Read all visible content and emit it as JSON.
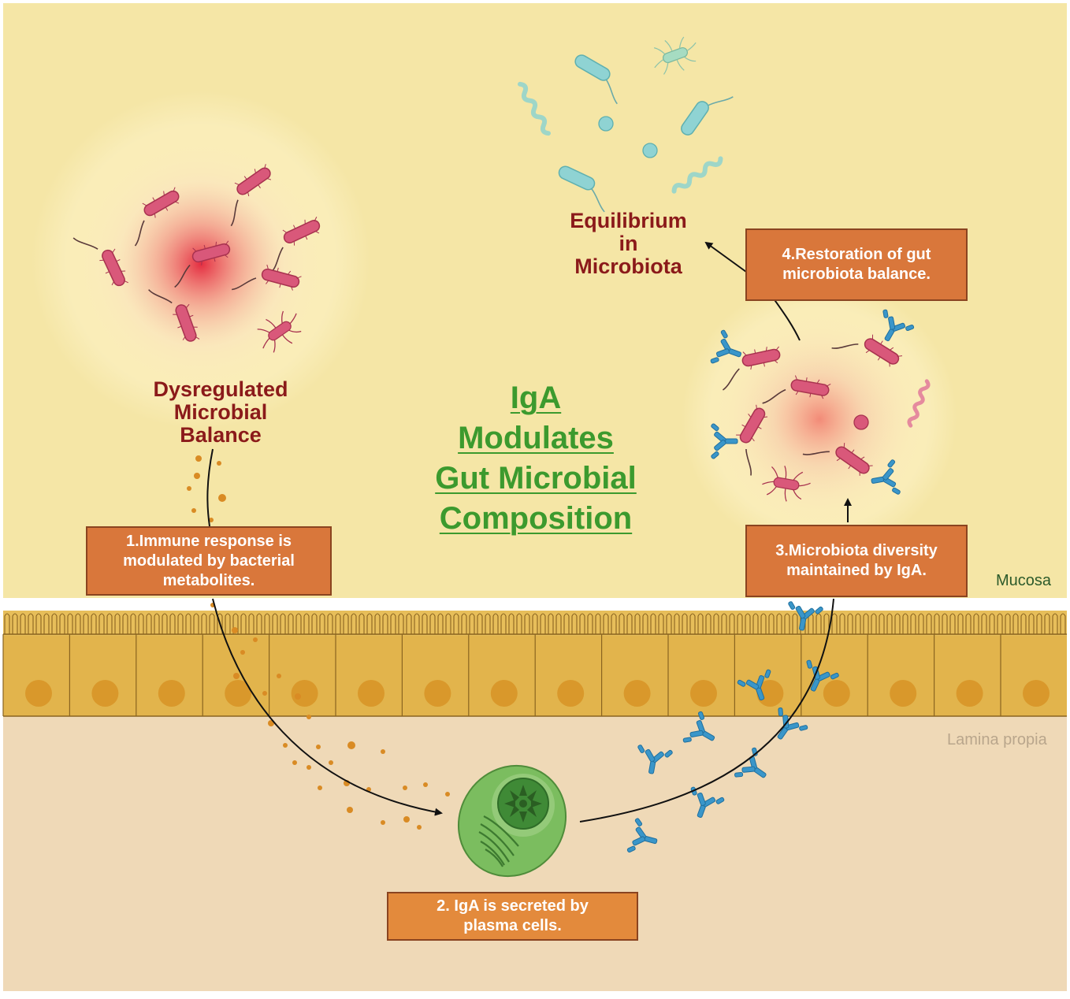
{
  "labels": {
    "dysregulated": [
      "Dysregulated",
      "Microbial",
      "Balance"
    ],
    "equilibrium": [
      "Equilibrium",
      "in",
      "Microbiota"
    ],
    "main_title": [
      "IgA",
      "Modulates",
      "Gut Microbial",
      "Composition"
    ],
    "mucosa": "Mucosa",
    "lamina": "Lamina propia"
  },
  "steps": {
    "step1": [
      "1.Immune response is",
      "modulated by bacterial",
      "metabolites."
    ],
    "step2": [
      "2. IgA is secreted by",
      "plasma cells."
    ],
    "step3": [
      "3.Microbiota diversity",
      "maintained by IgA."
    ],
    "step4": [
      "4.Restoration of gut",
      "microbiota balance."
    ]
  },
  "colors": {
    "mucosa_bg": "#f5e6a6",
    "lamina_bg": "#efd9b7",
    "epithelium": "#e2b44c",
    "step_box": "#d9773b",
    "title_green": "#3c9a2e",
    "label_red": "#8b1a1a",
    "antibody_blue": "#2f86b8",
    "bacteria_pink": "#d9587a",
    "bacteria_teal": "#8fd3d3",
    "plasma_cell_green": "#6fb556",
    "metabolite_orange": "#d98b24"
  }
}
